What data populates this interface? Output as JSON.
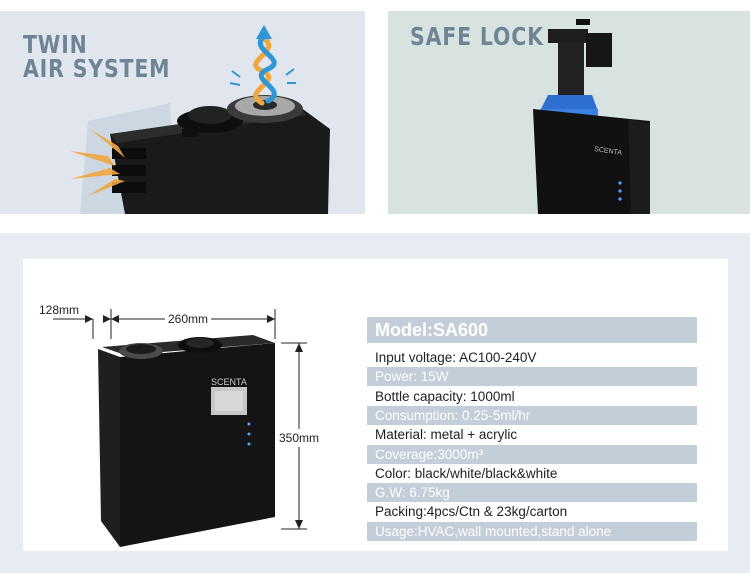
{
  "panels": {
    "twin_air": {
      "title": "TWIN\nAIR SYSTEM"
    },
    "safe_lock": {
      "title": "SAFE LOCK"
    }
  },
  "device": {
    "brand_text": "SCENTA",
    "width_label": "260mm",
    "depth_label": "128mm",
    "height_label": "350mm"
  },
  "specs": {
    "model": "Model:SA600",
    "rows": [
      {
        "text": "Input voltage: AC100-240V",
        "shaded": false
      },
      {
        "text": "Power: 15W",
        "shaded": true
      },
      {
        "text": "Bottle capacity: 1000ml",
        "shaded": false
      },
      {
        "text": "Consumption: 0.25-5ml/hr",
        "shaded": true
      },
      {
        "text": "Material: metal + acrylic",
        "shaded": false
      },
      {
        "text": "Coverage:3000m³",
        "shaded": true
      },
      {
        "text": "Color: black/white/black&white",
        "shaded": false
      },
      {
        "text": "G.W: 6.75kg",
        "shaded": true
      },
      {
        "text": "Packing:4pcs/Ctn & 23kg/carton",
        "shaded": false
      },
      {
        "text": "Usage:HVAC,wall mounted,stand alone",
        "shaded": true
      }
    ]
  },
  "colors": {
    "title": "#6f8495",
    "shaded_row": "#c4ced9",
    "arrow_orange": "#f2a640",
    "arrow_blue": "#2f97d6",
    "device_black": "#141414"
  }
}
